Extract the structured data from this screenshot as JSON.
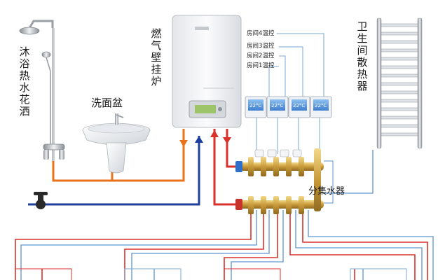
{
  "labels": {
    "shower": "沐浴热水花洒",
    "basin": "洗面盆",
    "boiler": "燃气壁挂炉",
    "radiator": "卫生间散热器",
    "manifold": "分集水器"
  },
  "rooms": [
    "房间4温控",
    "房间3温控",
    "房间2温控",
    "房间1温控"
  ],
  "thermostat_display": "22°C",
  "colors": {
    "hot_pipe": "#e8731a",
    "cold_pipe": "#1f3f9e",
    "supply_pipe": "#d8322a",
    "signal_line": "#7aa7d8",
    "thermostat_screen": "#4f8fd9",
    "brass": "#c9a043"
  },
  "icons": {
    "shower": "shower-head-icon",
    "basin": "wash-basin-icon",
    "boiler": "wall-boiler-icon",
    "radiator": "towel-radiator-icon",
    "manifold": "manifold-icon",
    "thermostat": "thermostat-icon",
    "valve": "valve-icon"
  }
}
